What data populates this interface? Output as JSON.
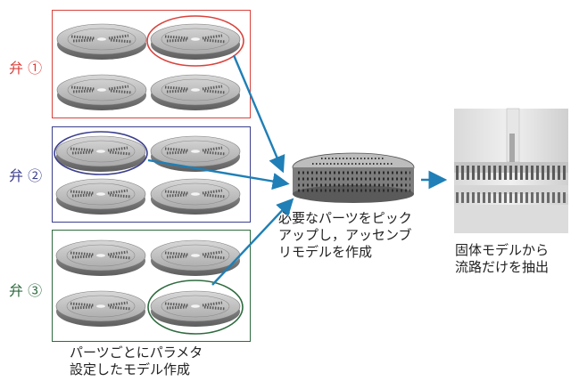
{
  "groups": [
    {
      "label": "弁 ①",
      "color": "#d9423c"
    },
    {
      "label": "弁 ②",
      "color": "#3b3f8c"
    },
    {
      "label": "弁 ③",
      "color": "#2e6b3f"
    }
  ],
  "captions": {
    "parametric": "パーツごとにパラメタ\n設定したモデル作成",
    "assembly": "必要なパーツをピック\nアップし，アッセンブ\nリモデルを作成",
    "extract": "固体モデルから\n流路だけを抽出"
  },
  "colors": {
    "arrow": "#1f7fb6",
    "disk_top": "#c9c9c9",
    "disk_side": "#8c8c8c"
  }
}
